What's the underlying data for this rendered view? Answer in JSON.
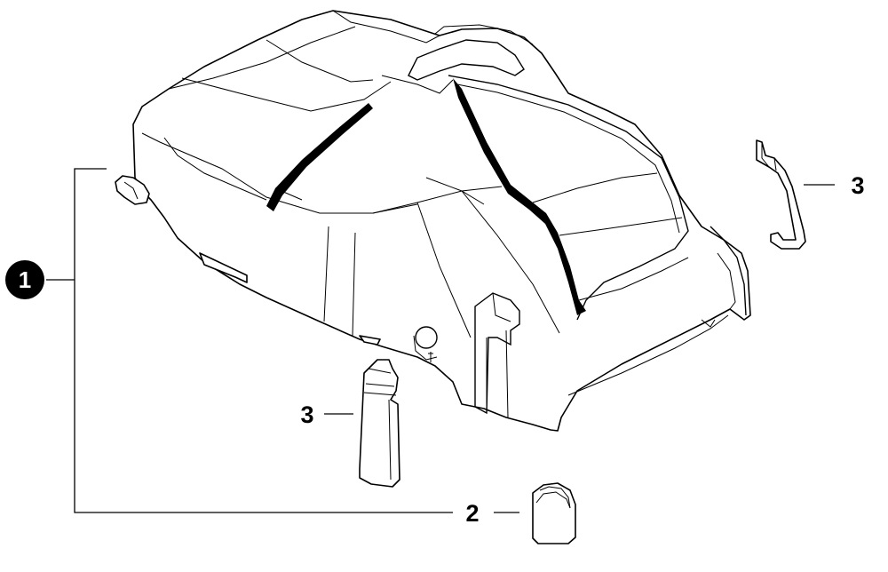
{
  "callouts": {
    "assembly": {
      "number": "1",
      "style": "filled-circle"
    },
    "plug": {
      "number": "2"
    },
    "clip_right": {
      "number": "3"
    },
    "clip_left": {
      "number": "3"
    }
  },
  "colors": {
    "line": "#000000",
    "background": "#ffffff"
  }
}
